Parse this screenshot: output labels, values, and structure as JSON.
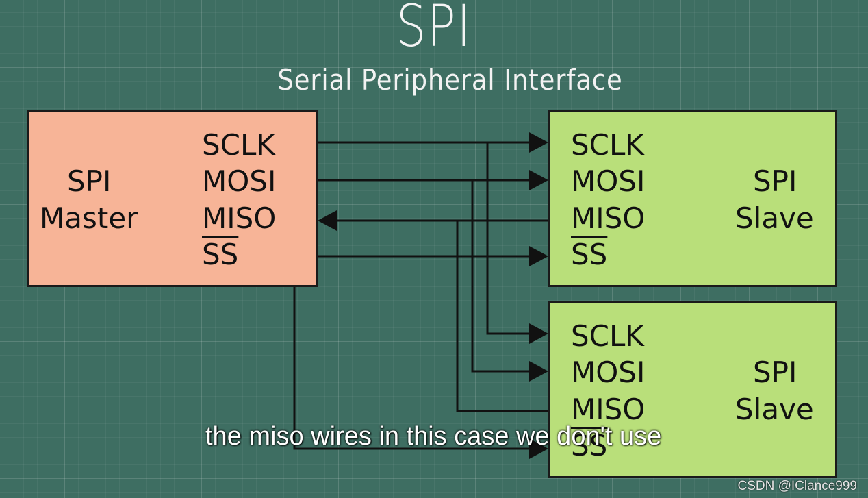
{
  "header": {
    "title": "SPI",
    "subtitle": "Serial Peripheral Interface"
  },
  "master": {
    "name_line1": "SPI",
    "name_line2": "Master",
    "pins": [
      "SCLK",
      "MOSI",
      "MISO",
      "SS"
    ]
  },
  "slaves": [
    {
      "name_line1": "SPI",
      "name_line2": "Slave",
      "pins": [
        "SCLK",
        "MOSI",
        "MISO",
        "SS"
      ]
    },
    {
      "name_line1": "SPI",
      "name_line2": "Slave",
      "pins": [
        "SCLK",
        "MOSI",
        "MISO",
        "SS"
      ]
    }
  ],
  "caption": "the miso wires in this case we don't use",
  "watermark": "CSDN @IClance999",
  "colors": {
    "master_fill": "#f7b497",
    "slave_fill": "#b9df7a",
    "wire": "#111111",
    "text_light": "#f4f4f4"
  }
}
